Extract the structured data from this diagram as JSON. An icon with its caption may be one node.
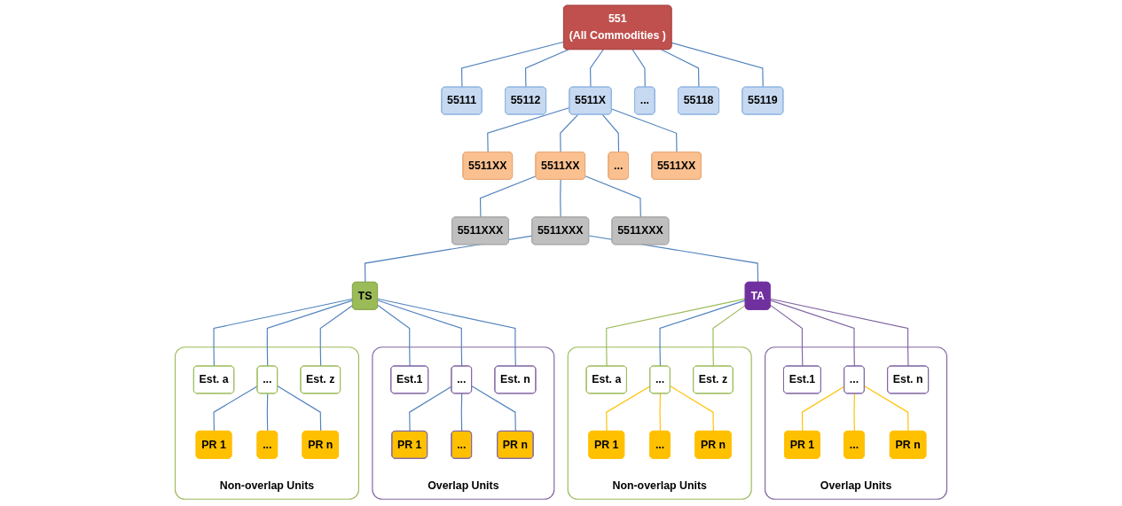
{
  "diagram": {
    "nodes": [
      {
        "text": [
          "551",
          "(All Commodities )"
        ]
      },
      {
        "text": [
          "55111"
        ]
      },
      {
        "text": [
          "55112"
        ]
      },
      {
        "text": [
          "5511X"
        ]
      },
      {
        "text": [
          "..."
        ]
      },
      {
        "text": [
          "55118"
        ]
      },
      {
        "text": [
          "55119"
        ]
      },
      {
        "text": [
          "5511XX"
        ]
      },
      {
        "text": [
          "5511XX"
        ]
      },
      {
        "text": [
          "..."
        ]
      },
      {
        "text": [
          "5511XX"
        ]
      },
      {
        "text": [
          "5511XXX"
        ]
      },
      {
        "text": [
          "5511XXX"
        ]
      },
      {
        "text": [
          "5511XXX"
        ]
      },
      {
        "text": [
          "TA"
        ]
      },
      {
        "text": [
          "TS"
        ]
      },
      {
        "text": [
          "Overlap Units"
        ]
      },
      {
        "text": [
          "Est.1"
        ],
        "in": 16
      },
      {
        "text": [
          "..."
        ],
        "in": 16
      },
      {
        "text": [
          "Est. n"
        ],
        "in": 16
      },
      {
        "text": [
          "PR 1"
        ],
        "in": 16
      },
      {
        "text": [
          "..."
        ],
        "in": 16
      },
      {
        "text": [
          "PR n"
        ],
        "in": 16
      },
      {
        "text": [
          "Non-overlap Units"
        ]
      },
      {
        "text": [
          "Est. a"
        ],
        "in": 23
      },
      {
        "text": [
          "..."
        ],
        "in": 23
      },
      {
        "text": [
          "Est. z"
        ],
        "in": 23
      },
      {
        "text": [
          "PR 1"
        ],
        "in": 23
      },
      {
        "text": [
          "..."
        ],
        "in": 23
      },
      {
        "text": [
          "PR n"
        ],
        "in": 23
      },
      {
        "text": [
          "Overlap Units"
        ]
      },
      {
        "text": [
          "Est.1"
        ],
        "in": 30
      },
      {
        "text": [
          "..."
        ],
        "in": 30
      },
      {
        "text": [
          "Est. n"
        ],
        "in": 30
      },
      {
        "text": [
          "PR 1"
        ],
        "in": 30
      },
      {
        "text": [
          "..."
        ],
        "in": 30
      },
      {
        "text": [
          "PR n"
        ],
        "in": 30
      },
      {
        "text": [
          "Non-overlap Units"
        ]
      },
      {
        "text": [
          "Est. a"
        ],
        "in": 37
      },
      {
        "text": [
          "..."
        ],
        "in": 37
      },
      {
        "text": [
          "Est. z"
        ],
        "in": 37
      },
      {
        "text": [
          "PR 1"
        ],
        "in": 37
      },
      {
        "text": [
          "..."
        ],
        "in": 37
      },
      {
        "text": [
          "PR n"
        ],
        "in": 37
      }
    ],
    "edges": [
      {
        "from": 0,
        "to": 1,
        "arrow": "none"
      },
      {
        "from": 0,
        "to": 2,
        "arrow": "none"
      },
      {
        "from": 0,
        "to": 3,
        "arrow": "none"
      },
      {
        "from": 0,
        "to": 4,
        "arrow": "none"
      },
      {
        "from": 0,
        "to": 5,
        "arrow": "none"
      },
      {
        "from": 0,
        "to": 6,
        "arrow": "none"
      },
      {
        "from": 3,
        "to": 7,
        "arrow": "none"
      },
      {
        "from": 3,
        "to": 8,
        "arrow": "none"
      },
      {
        "from": 3,
        "to": 9,
        "arrow": "none"
      },
      {
        "from": 3,
        "to": 10,
        "arrow": "none"
      },
      {
        "from": 8,
        "to": 11,
        "arrow": "none"
      },
      {
        "from": 8,
        "to": 12,
        "arrow": "none"
      },
      {
        "from": 8,
        "to": 13,
        "arrow": "none"
      },
      {
        "from": 12,
        "to": 14,
        "arrow": "none"
      },
      {
        "from": 12,
        "to": 15,
        "arrow": "none"
      },
      {
        "from": 14,
        "to": 17,
        "arrow": "none",
        "color": "#8064a2"
      },
      {
        "from": 14,
        "to": 18,
        "arrow": "none",
        "color": "#8064a2"
      },
      {
        "from": 14,
        "to": 19,
        "arrow": "none",
        "color": "#8064a2"
      },
      {
        "from": 14,
        "to": 24,
        "arrow": "none",
        "color": "#9bbb59"
      },
      {
        "from": 14,
        "to": 25,
        "arrow": "none"
      },
      {
        "from": 14,
        "to": 26,
        "arrow": "none",
        "color": "#9bbb59"
      },
      {
        "from": 18,
        "to": 20,
        "arrow": "none",
        "color": "#ffc000"
      },
      {
        "from": 18,
        "to": 21,
        "arrow": "none",
        "color": "#ffc000"
      },
      {
        "from": 18,
        "to": 22,
        "arrow": "none",
        "color": "#ffc000"
      },
      {
        "from": 25,
        "to": 27,
        "arrow": "none",
        "color": "#ffc000"
      },
      {
        "from": 25,
        "to": 28,
        "arrow": "none",
        "color": "#ffc000"
      },
      {
        "from": 25,
        "to": 29,
        "arrow": "none",
        "color": "#ffc000"
      },
      {
        "from": 15,
        "to": 31,
        "arrow": "none"
      },
      {
        "from": 15,
        "to": 32,
        "arrow": "none"
      },
      {
        "from": 15,
        "to": 33,
        "arrow": "none"
      },
      {
        "from": 15,
        "to": 38,
        "arrow": "none"
      },
      {
        "from": 15,
        "to": 39,
        "arrow": "none"
      },
      {
        "from": 15,
        "to": 40,
        "arrow": "none"
      },
      {
        "from": 32,
        "to": 34,
        "arrow": "none"
      },
      {
        "from": 32,
        "to": 35,
        "arrow": "none"
      },
      {
        "from": 32,
        "to": 36,
        "arrow": "none"
      },
      {
        "from": 39,
        "to": 41,
        "arrow": "none"
      },
      {
        "from": 39,
        "to": 42,
        "arrow": "none"
      },
      {
        "from": 39,
        "to": 43,
        "arrow": "none"
      }
    ]
  }
}
